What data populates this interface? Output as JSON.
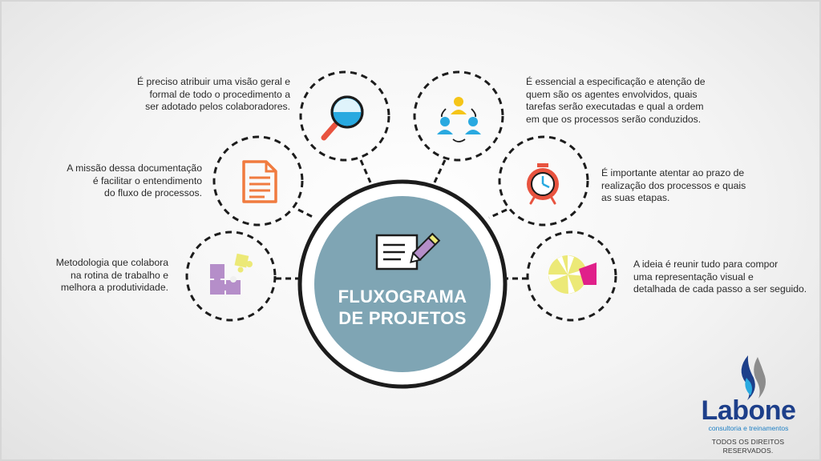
{
  "center": {
    "line1": "FLUXOGRAMA",
    "line2": "DE PROJETOS",
    "icon": "document-pen-icon"
  },
  "nodes": [
    {
      "id": "search",
      "icon": "magnifier-icon",
      "text": [
        "É preciso atribuir uma visão geral e",
        "formal de todo o procedimento a",
        "ser adotado pelos colaboradores."
      ]
    },
    {
      "id": "document",
      "icon": "document-icon",
      "text": [
        "A missão dessa documentação",
        "é facilitar o entendimento",
        "do fluxo de processos."
      ]
    },
    {
      "id": "puzzle",
      "icon": "puzzle-icon",
      "text": [
        "Metodologia que colabora",
        "na rotina de trabalho e",
        "melhora a produtividade."
      ]
    },
    {
      "id": "people",
      "icon": "team-cycle-icon",
      "text": [
        "É essencial a especificação e atenção de",
        "quem são os agentes envolvidos, quais",
        "tarefas serão executadas e qual a ordem",
        "em que os processos serão conduzidos."
      ]
    },
    {
      "id": "clock",
      "icon": "alarm-clock-icon",
      "text": [
        "É importante atentar ao prazo de",
        "realização dos processos e quais",
        "as suas etapas."
      ]
    },
    {
      "id": "aperture",
      "icon": "aperture-icon",
      "text": [
        "A ideia é reunir tudo para compor",
        "uma representação visual e",
        "detalhada de cada passo a ser seguido."
      ]
    }
  ],
  "brand": {
    "name": "Labone",
    "tagline": "consultoria e treinamentos",
    "rights": "TODOS OS DIREITOS RESERVADOS.",
    "logo_icon": "labone-logo-icon"
  },
  "colors": {
    "center_fill": "#7fa5b4",
    "ring": "#1c1c1c",
    "orange": "#f07b3f",
    "blue": "#29a9e0",
    "purple": "#b58ec9",
    "yellow": "#ece977",
    "magenta": "#e0208a",
    "red": "#e8533f",
    "brand_blue": "#1d3f8a"
  }
}
